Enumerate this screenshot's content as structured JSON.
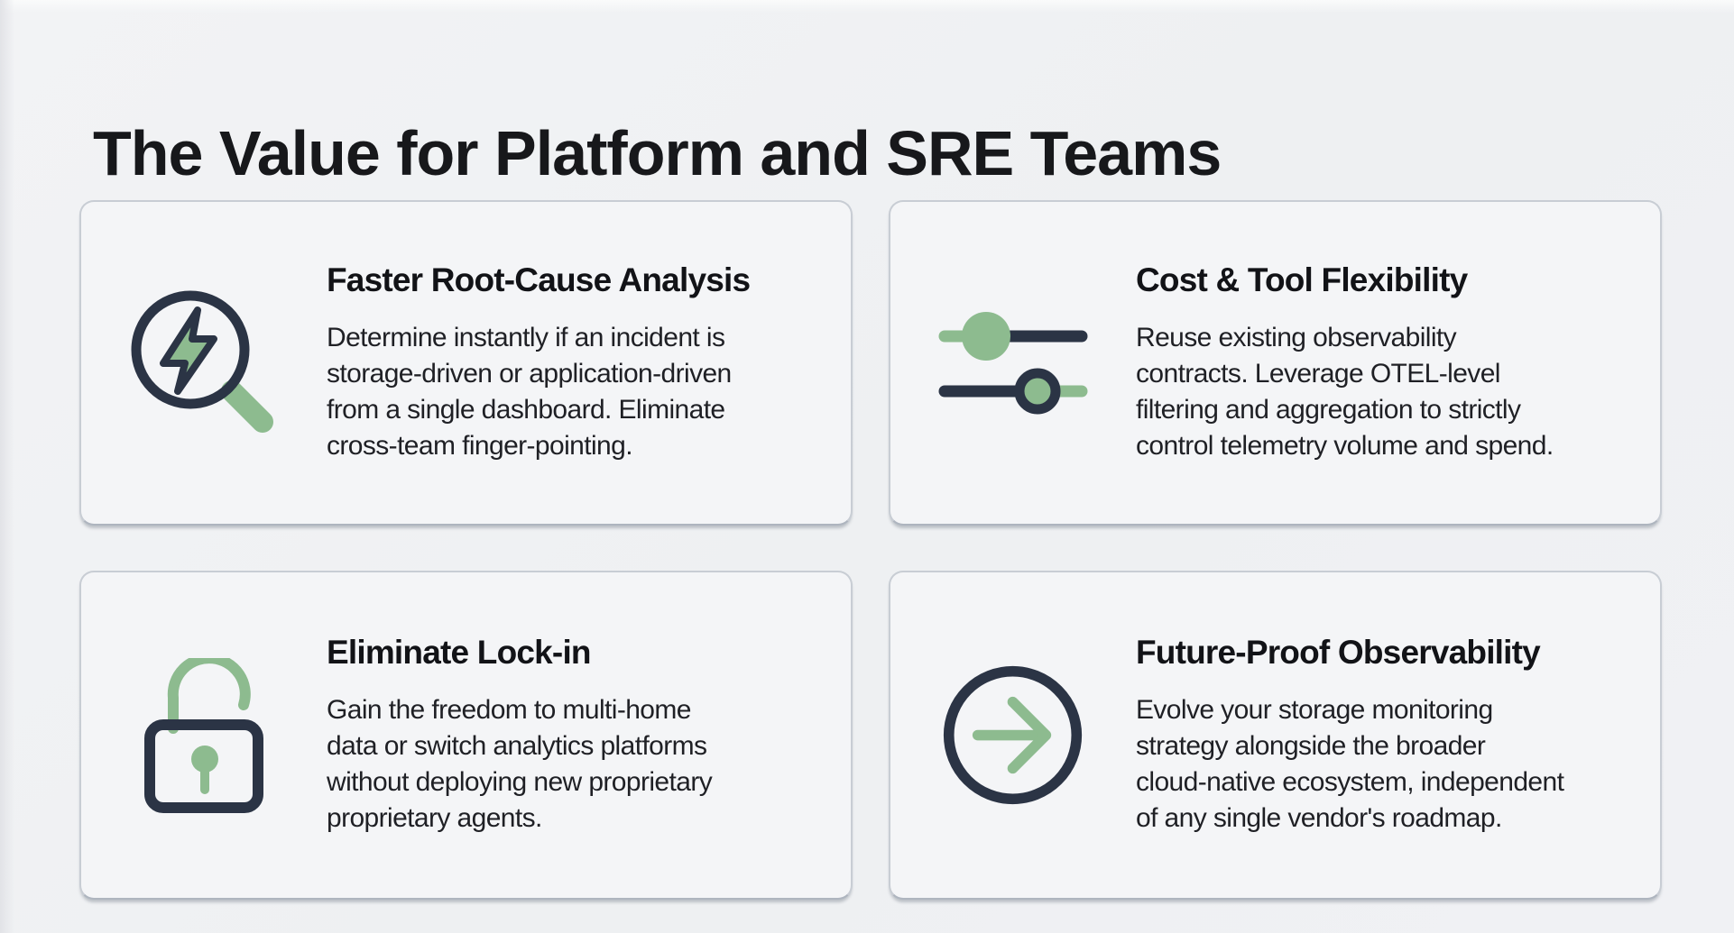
{
  "page": {
    "title": "The Value for Platform and SRE Teams"
  },
  "colors": {
    "navy": "#2b3445",
    "green": "#8dbb8f",
    "page_bg": "#eff0f3",
    "card_bg": "#f4f5f7",
    "card_border": "#c8cdd4",
    "title_text": "#17181b",
    "body_text": "#1f2025"
  },
  "cards": [
    {
      "icon": "magnifier-bolt-icon",
      "title": "Faster Root-Cause Analysis",
      "body_lines": [
        "Determine instantly if an incident is",
        "storage-driven or application-driven",
        "from a single dashboard. Eliminate",
        "cross-team finger-pointing."
      ]
    },
    {
      "icon": "sliders-icon",
      "title": "Cost & Tool Flexibility",
      "body_lines": [
        "Reuse existing observability",
        "contracts. Leverage OTEL-level",
        "filtering and aggregation to strictly",
        "control telemetry volume and spend."
      ]
    },
    {
      "icon": "unlock-icon",
      "title": "Eliminate Lock-in",
      "body_lines": [
        "Gain the freedom to multi-home",
        "data or switch analytics platforms",
        "without deploying new proprietary",
        "proprietary agents."
      ]
    },
    {
      "icon": "arrow-circle-icon",
      "title": "Future-Proof Observability",
      "body_lines": [
        "Evolve your storage monitoring",
        "strategy alongside the broader",
        "cloud-native ecosystem, independent",
        "of any single vendor's roadmap."
      ]
    }
  ]
}
